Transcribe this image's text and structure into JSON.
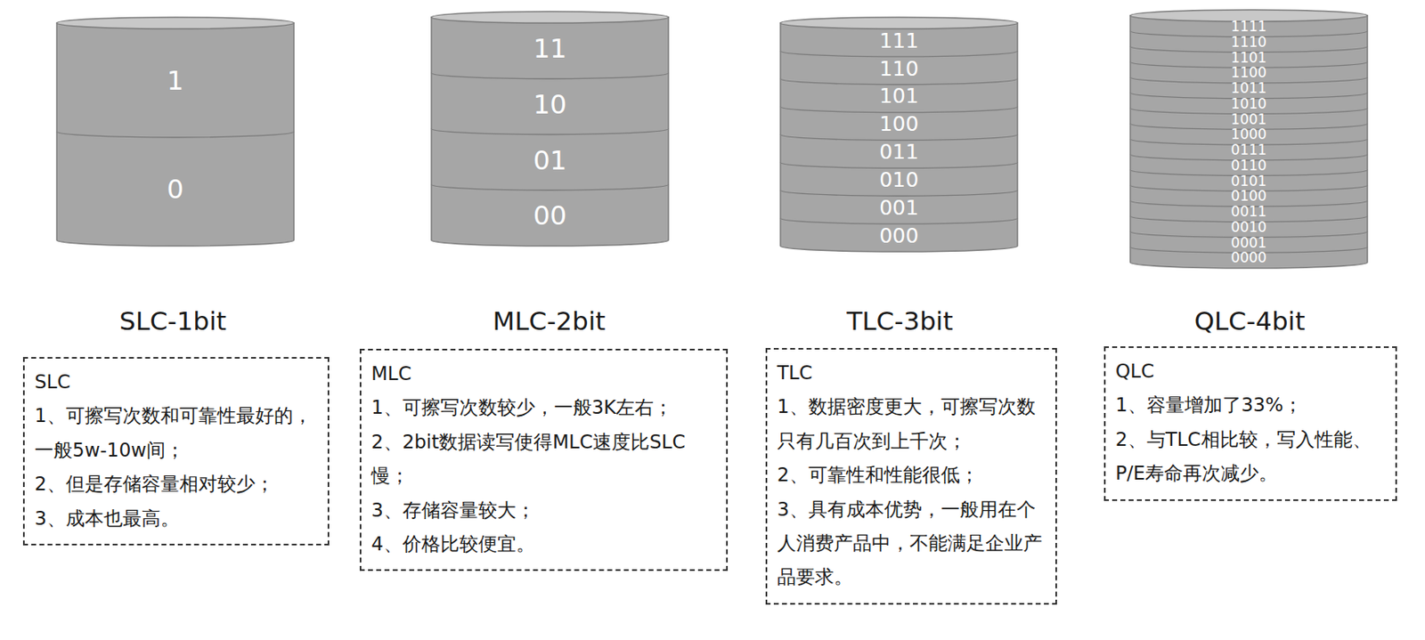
{
  "diagram": {
    "nodes": [
      {
        "text": [
          "1",
          "0"
        ]
      },
      {
        "text": [
          "11",
          "10",
          "01",
          "00"
        ]
      },
      {
        "text": [
          "111",
          "110",
          "101",
          "100",
          "011",
          "010",
          "001",
          "000"
        ]
      },
      {
        "text": [
          "1111",
          "1110",
          "1101",
          "1100",
          "1011",
          "1010",
          "1001",
          "1000",
          "0111",
          "0110",
          "0101",
          "0100",
          "0011",
          "0010",
          "0001",
          "0000"
        ]
      },
      {
        "text": [
          "SLC",
          "1、可擦写次数和可靠性最好的，一般5w-10w间；",
          "2、但是存储容量相对较少；",
          "3、成本也最高。"
        ]
      },
      {
        "text": [
          "MLC",
          "1、可擦写次数较少，一般3K左右；",
          "2、2bit数据读写使得MLC速度比SLC慢；",
          "3、存储容量较大；",
          "4、价格比较便宜。"
        ]
      },
      {
        "text": [
          "TLC",
          "1、数据密度更大，可擦写次数只有几百次到上千次；",
          "2、可靠性和性能很低；",
          "3、具有成本优势，一般用在个人消费产品中，不能满足企业产品要求。"
        ]
      },
      {
        "text": [
          "QLC",
          "1、容量增加了33%；",
          "2、与TLC相比较，写入性能、P/E寿命再次减少。"
        ]
      }
    ],
    "labels": [
      "SLC-1bit",
      "MLC-2bit",
      "TLC-3bit",
      "QLC-4bit"
    ]
  }
}
